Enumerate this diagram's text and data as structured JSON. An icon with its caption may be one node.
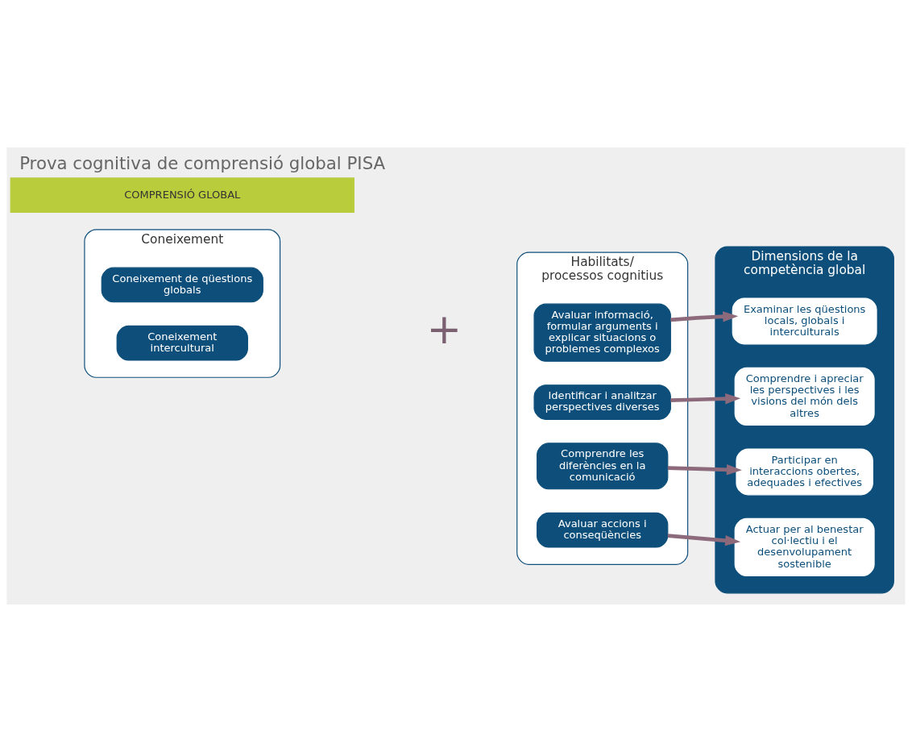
{
  "diagram": {
    "title": "Prova cognitiva de comprensió global PISA",
    "nodes": [
      {
        "text": [
          "Coneixement"
        ]
      },
      {
        "text": [
          "Coneixement de qüestions globals"
        ],
        "in": 0
      },
      {
        "text": [
          "Coneixement intercultural"
        ],
        "in": 0
      },
      {
        "text": [
          "Habilitats/ processos cognitius"
        ]
      },
      {
        "text": [
          "Avaluar informació, formular arguments i explicar situacions o problemes complexos"
        ],
        "in": 3
      },
      {
        "text": [
          "Identificar i analitzar perspectives diverses"
        ],
        "in": 3
      },
      {
        "text": [
          "Comprendre les diferències en la comunicació"
        ],
        "in": 3
      },
      {
        "text": [
          "Avaluar accions i conseqüències"
        ],
        "in": 3
      },
      {
        "text": [
          "Dimensions de la competència global"
        ]
      },
      {
        "text": [
          "Examinar les qüestions locals, globals i interculturals"
        ],
        "in": 8
      },
      {
        "text": [
          "Comprendre i apreciar les perspectives i les visions del món dels altres"
        ],
        "in": 8
      },
      {
        "text": [
          "Participar en interaccions obertes, adequades i efectives"
        ],
        "in": 8
      },
      {
        "text": [
          "Actuar per al benestar col·lectiu i el desenvolupament sostenible"
        ],
        "in": 8
      },
      {
        "text": [
          "COMPRENSIÓ GLOBAL"
        ]
      }
    ],
    "edges": [
      {
        "from": 4,
        "to": 9,
        "arrow": "to"
      },
      {
        "from": 5,
        "to": 10,
        "arrow": "to"
      },
      {
        "from": 6,
        "to": 11,
        "arrow": "to"
      },
      {
        "from": 7,
        "to": 12,
        "arrow": "to"
      }
    ],
    "labels": [
      "+"
    ]
  }
}
